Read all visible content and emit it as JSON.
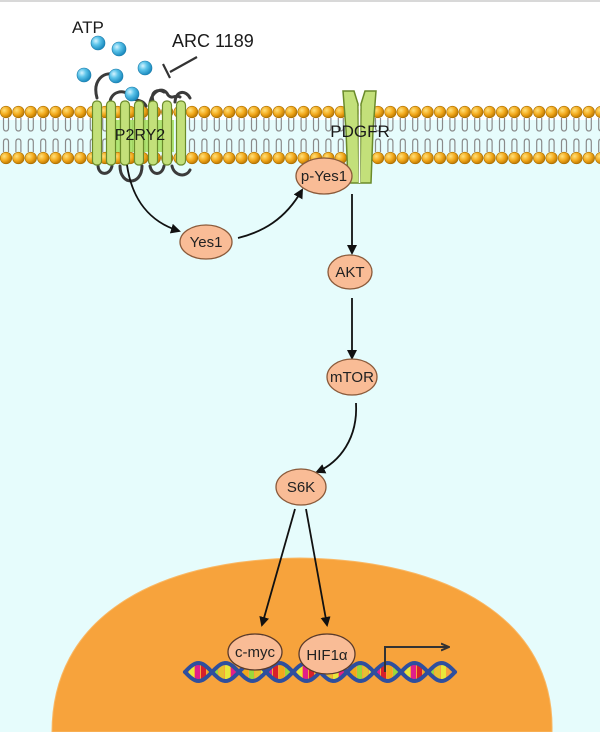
{
  "diagram": {
    "title": "P2RY2 / Yes1 / PDGFR / AKT-mTOR signaling pathway",
    "colors": {
      "extracellular": "#ffffff",
      "cytoplasm": "#e6fcfc",
      "nucleus": "#f7a33c",
      "lipid_head": "#f2a81a",
      "lipid_head_stroke": "#a86d00",
      "lipid_tail": "#8a8a8a",
      "receptor_green": "#c3e07a",
      "receptor_stroke": "#6a8a2a",
      "node_fill": "#f9bc96",
      "node_stroke": "#8a5a3a",
      "atp_fill": "#44b4e0",
      "arrow": "#111111",
      "dna_backbone": "#2f4f9e"
    },
    "labels": {
      "atp": "ATP",
      "inhibitor": "ARC 1189",
      "p2ry2": "P2RY2",
      "pdgfr": "PDGFR"
    },
    "nodes": [
      {
        "id": "yes1",
        "label": "Yes1"
      },
      {
        "id": "pyes1",
        "label": "p-Yes1"
      },
      {
        "id": "akt",
        "label": "AKT"
      },
      {
        "id": "mtor",
        "label": "mTOR"
      },
      {
        "id": "s6k",
        "label": "S6K"
      },
      {
        "id": "cmyc",
        "label": "c-myc"
      },
      {
        "id": "hif1a",
        "label": "HIF1α"
      }
    ],
    "edges": [
      {
        "from": "p2ry2",
        "to": "yes1",
        "type": "activation"
      },
      {
        "from": "yes1",
        "to": "pyes1",
        "type": "activation"
      },
      {
        "from": "pdgfr",
        "to": "akt",
        "type": "activation"
      },
      {
        "from": "akt",
        "to": "mtor",
        "type": "activation"
      },
      {
        "from": "mtor",
        "to": "s6k",
        "type": "activation"
      },
      {
        "from": "s6k",
        "to": "cmyc",
        "type": "activation"
      },
      {
        "from": "s6k",
        "to": "hif1a",
        "type": "activation"
      },
      {
        "from": "inhibitor",
        "to": "p2ry2",
        "type": "inhibition"
      }
    ],
    "atp_molecule_count": 6
  }
}
